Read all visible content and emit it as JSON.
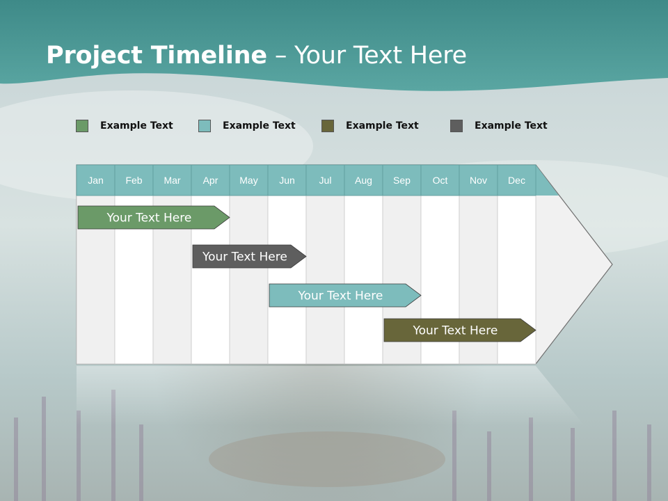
{
  "slide": {
    "title_bold": "Project Timeline",
    "title_rest": " – Your Text Here"
  },
  "legend": [
    {
      "label": "Example Text",
      "color": "#6b9a68"
    },
    {
      "label": "Example Text",
      "color": "#7dbcbc"
    },
    {
      "label": "Example Text",
      "color": "#68663a"
    },
    {
      "label": "Example Text",
      "color": "#5e5e5e"
    }
  ],
  "chart_data": {
    "type": "gantt",
    "categories": [
      "Jan",
      "Feb",
      "Mar",
      "Apr",
      "May",
      "Jun",
      "Jul",
      "Aug",
      "Sep",
      "Oct",
      "Nov",
      "Dec"
    ],
    "tasks": [
      {
        "label": "Your  Text Here",
        "start": 1,
        "end": 4,
        "color": "#6b9a68"
      },
      {
        "label": "Your  Text Here",
        "start": 4,
        "end": 6,
        "color": "#5e5e5e"
      },
      {
        "label": "Your  Text Here",
        "start": 6,
        "end": 9,
        "color": "#7dbcbc"
      },
      {
        "label": "Your  Text Here",
        "start": 9,
        "end": 12,
        "color": "#68663a"
      }
    ]
  }
}
